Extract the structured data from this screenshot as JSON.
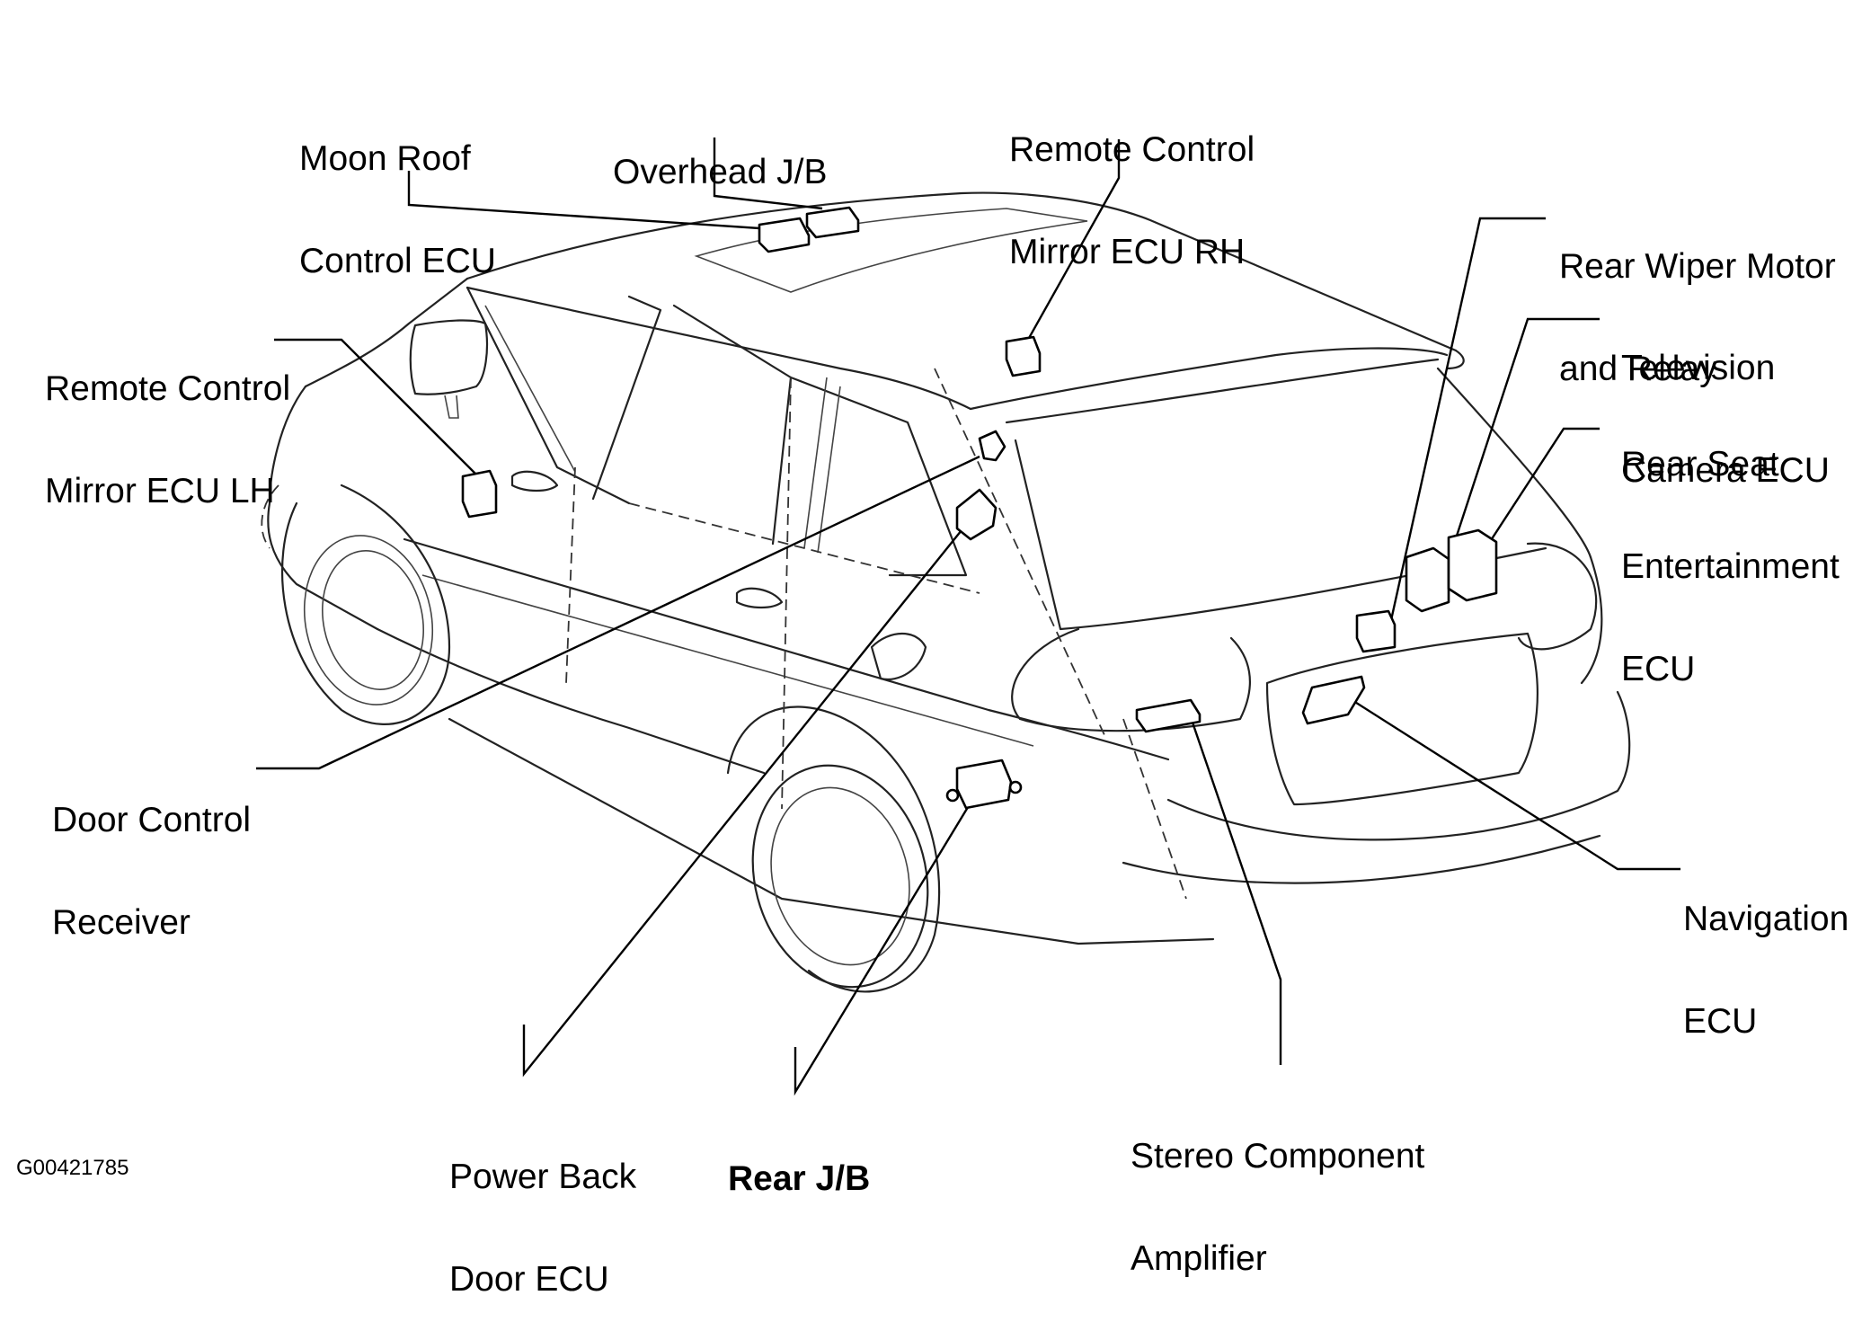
{
  "labels": {
    "moon_roof_ecu": [
      "Moon Roof",
      "Control ECU"
    ],
    "overhead_jb": [
      "Overhead J/B"
    ],
    "mirror_ecu_rh": [
      "Remote Control",
      "Mirror ECU RH"
    ],
    "rear_wiper": [
      "Rear Wiper Motor",
      "and Relay"
    ],
    "tv_camera_ecu": [
      "Television",
      "Camera ECU"
    ],
    "rear_seat_ecu": [
      "Rear Seat",
      "Entertainment",
      "ECU"
    ],
    "mirror_ecu_lh": [
      "Remote Control",
      "Mirror ECU LH"
    ],
    "door_control_receiver": [
      "Door Control",
      "Receiver"
    ],
    "power_back_door_ecu": [
      "Power Back",
      "Door ECU"
    ],
    "rear_jb": [
      "Rear J/B"
    ],
    "stereo_amp": [
      "Stereo Component",
      "Amplifier"
    ],
    "navigation_ecu": [
      "Navigation",
      "ECU"
    ]
  },
  "figure_code": "G00421785"
}
